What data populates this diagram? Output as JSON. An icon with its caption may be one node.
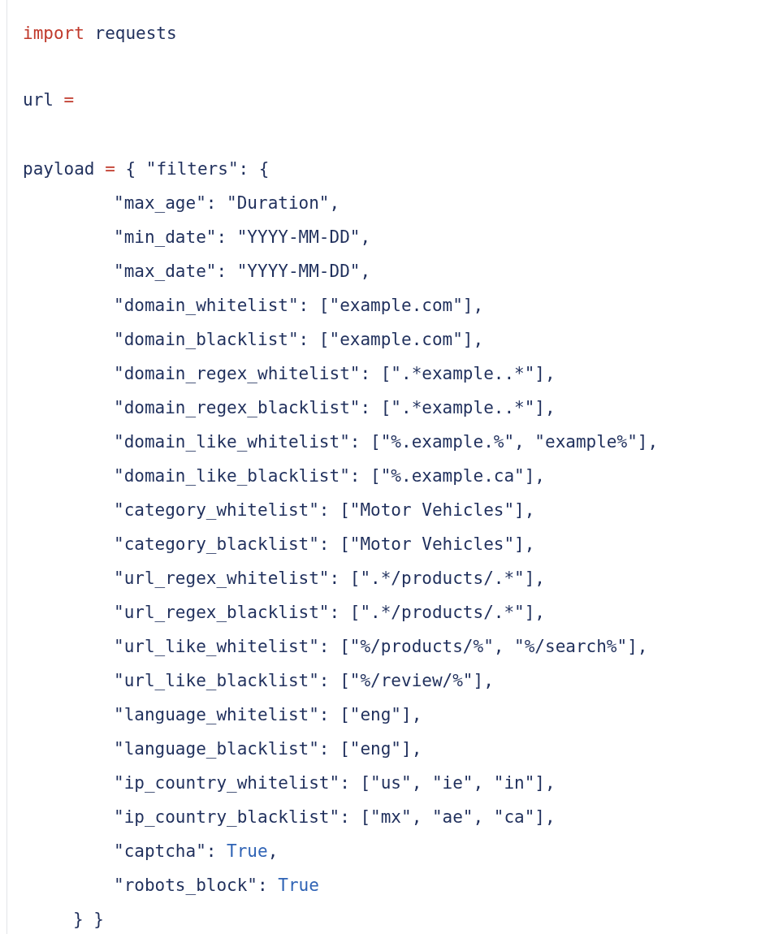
{
  "diagram": {
    "labels": [
      "import requests",
      "url =",
      "payload = { \"filters\": {",
      "\"max_age\": \"Duration\",",
      "\"min_date\": \"YYYY-MM-DD\",",
      "\"max_date\": \"YYYY-MM-DD\",",
      "\"domain_whitelist\": [\"example.com\"],",
      "\"domain_blacklist\": [\"example.com\"],",
      "\"domain_regex_whitelist\": [\".*example..*\"],",
      "\"domain_regex_blacklist\": [\".*example..*\"],",
      "\"domain_like_whitelist\": [\"%.example.%\", \"example%\"],",
      "\"domain_like_blacklist\": [\"%.example.ca\"],",
      "\"category_whitelist\": [\"Motor Vehicles\"],",
      "\"category_blacklist\": [\"Motor Vehicles\"],",
      "\"url_regex_whitelist\": [\".*/products/.*\"],",
      "\"url_regex_blacklist\": [\".*/products/.*\"],",
      "\"url_like_whitelist\": [\"%/products/%\", \"%/search%\"],",
      "\"url_like_blacklist\": [\"%/review/%\"],",
      "\"language_whitelist\": [\"eng\"],",
      "\"language_blacklist\": [\"eng\"],",
      "\"ip_country_whitelist\": [\"us\", \"ie\", \"in\"],",
      "\"ip_country_blacklist\": [\"mx\", \"ae\", \"ca\"],",
      "\"captcha\": True,",
      "\"robots_block\": True",
      "} }"
    ]
  }
}
